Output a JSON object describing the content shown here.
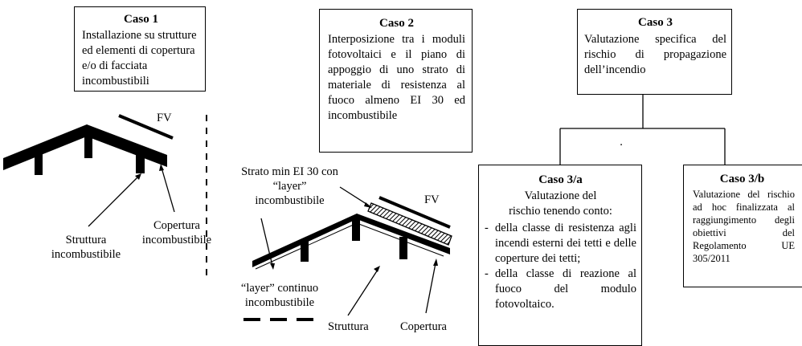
{
  "caso1": {
    "title": "Caso 1",
    "text": "Installazione su strutture ed elementi di copertura e/o di facciata incombustibili",
    "fv": "FV",
    "struttura": "Struttura incombustibile",
    "copertura": "Copertura incombustibile"
  },
  "caso2": {
    "title": "Caso 2",
    "text": "Interposizione tra i moduli fotovoltaici e il piano di appoggio di uno strato di materiale di resistenza al fuoco almeno EI 30 ed incombustibile",
    "strato": "Strato min EI 30 con “layer” incombustibile",
    "fv": "FV",
    "layer": "“layer” continuo incombustibile",
    "struttura": "Struttura",
    "copertura": "Copertura"
  },
  "caso3": {
    "title": "Caso 3",
    "text": "Valutazione specifica del rischio di propagazione dell’incendio",
    "dot": "."
  },
  "caso3a": {
    "title": "Caso 3/a",
    "intro": "Valutazione del rischio tenendo conto:",
    "items": [
      "della classe di resistenza agli incendi esterni dei tetti e delle coperture dei tetti;",
      "della classe di reazione al fuoco del modulo fotovoltaico."
    ]
  },
  "caso3b": {
    "title": "Caso 3/b",
    "text": "Valutazione del rischio ad hoc finalizzata al raggiungimento degli obiettivi del Regolamento UE 305/2011"
  }
}
